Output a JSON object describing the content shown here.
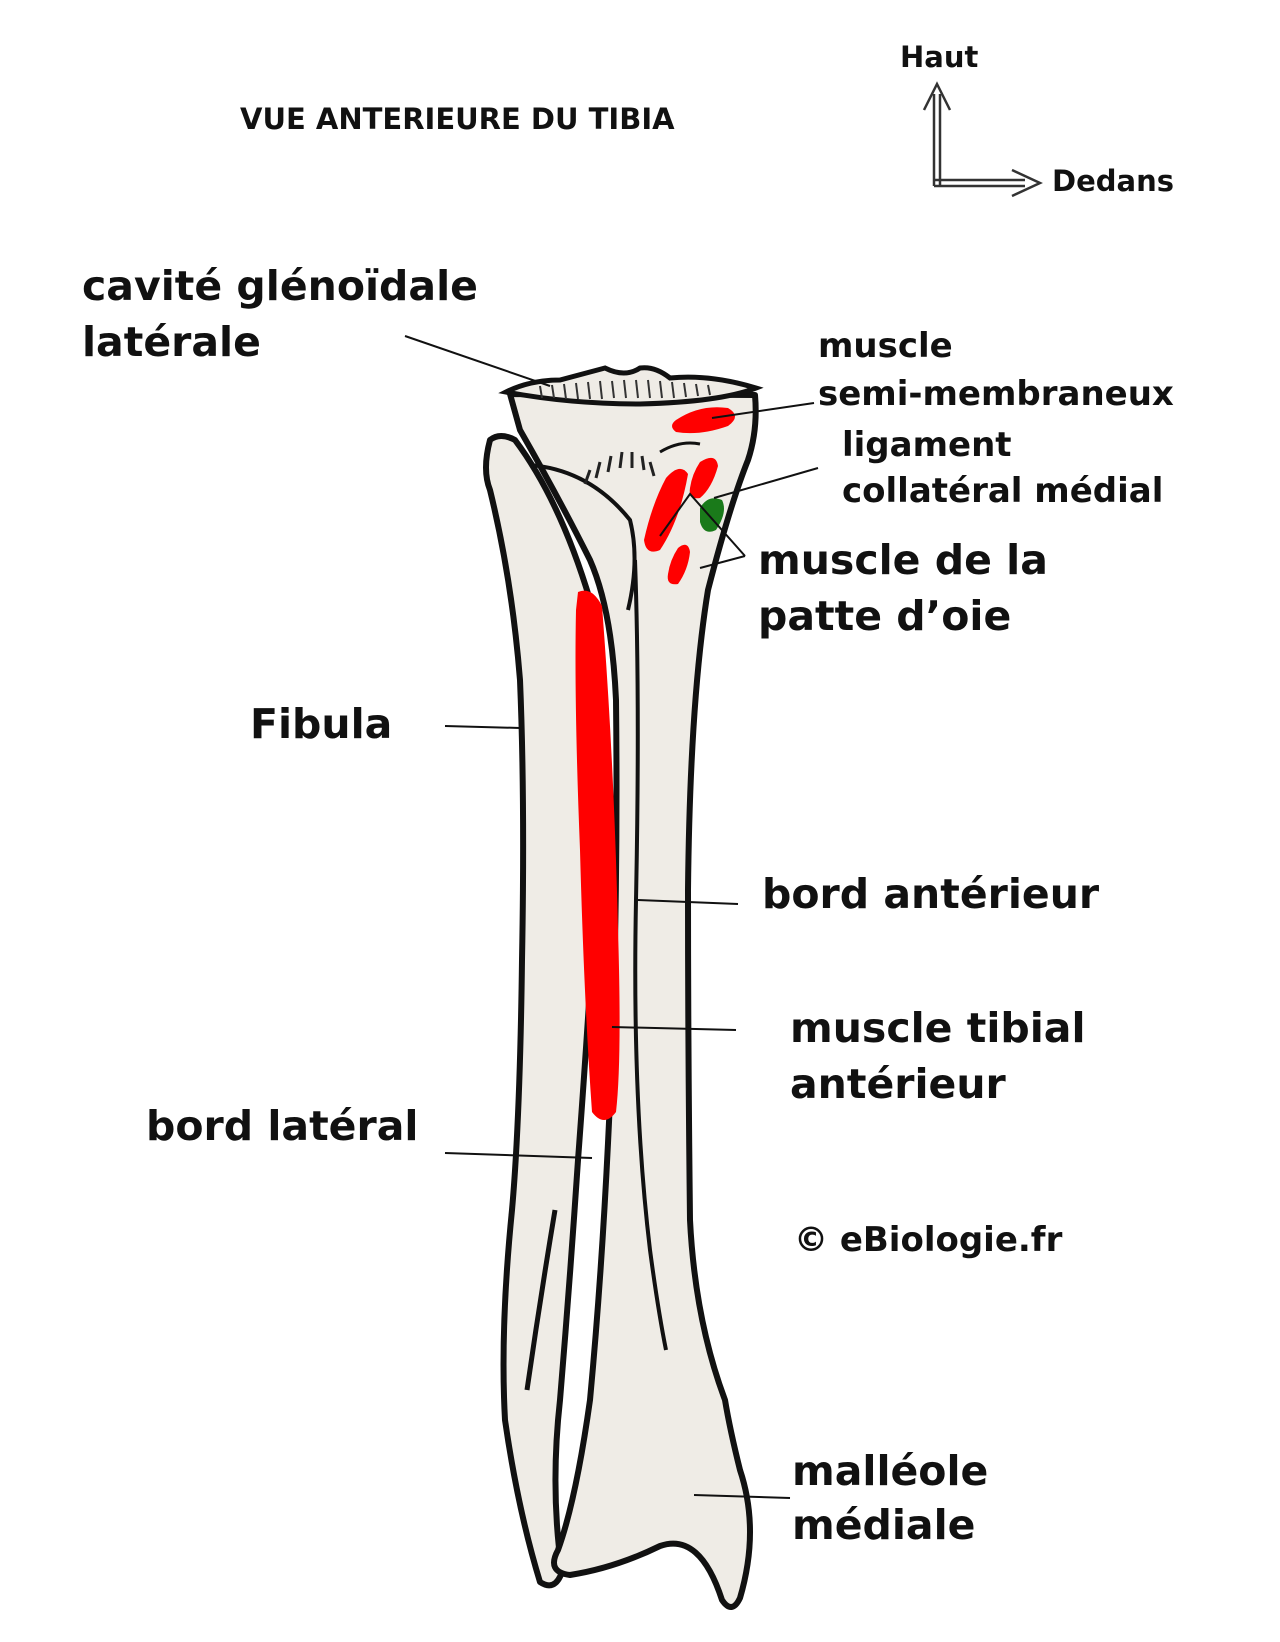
{
  "title": "VUE ANTERIEURE DU TIBIA",
  "orientation": {
    "up": "Haut",
    "medial": "Dedans"
  },
  "labels": {
    "lateral_glenoid_cavity": [
      "cavité glénoïdale",
      "latérale"
    ],
    "semimembranosus": [
      "muscle",
      "semi-membraneux"
    ],
    "medial_collateral_ligament": [
      "ligament",
      "collatéral médial"
    ],
    "pes_anserinus": [
      "muscle de la",
      "patte d’oie"
    ],
    "fibula": "Fibula",
    "anterior_border": "bord antérieur",
    "tibialis_anterior": [
      "muscle tibial",
      "antérieur"
    ],
    "lateral_border": "bord latéral",
    "copyright": "© eBiologie.fr",
    "medial_malleolus": [
      "malléole",
      "médiale"
    ]
  },
  "colors": {
    "bone": "#efece6",
    "outline": "#111111",
    "muscle": "#ff0000",
    "ligament": "#1a7a1a"
  }
}
